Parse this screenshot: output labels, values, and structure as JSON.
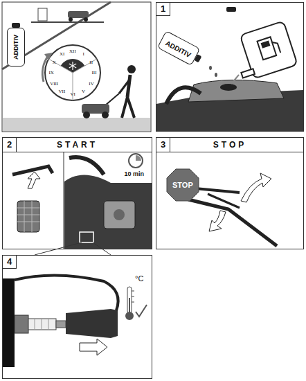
{
  "diagram": {
    "nodes": [
      {
        "text": [
          "ADDITIV"
        ]
      },
      {
        "text": [
          "1"
        ]
      },
      {
        "text": [
          "ADDITIV"
        ],
        "in": 1
      },
      {
        "text": [
          "2",
          "START"
        ]
      },
      {
        "text": [
          "3",
          "STOP"
        ]
      },
      {
        "text": [
          "STOP"
        ],
        "in": 4
      },
      {
        "text": [
          "4"
        ]
      }
    ],
    "labels": [
      "XII",
      "I",
      "II",
      "III",
      "IV",
      "V",
      "VI",
      "VII",
      "VIII",
      "IX",
      "X",
      "XI",
      "10 min",
      "°C"
    ]
  }
}
